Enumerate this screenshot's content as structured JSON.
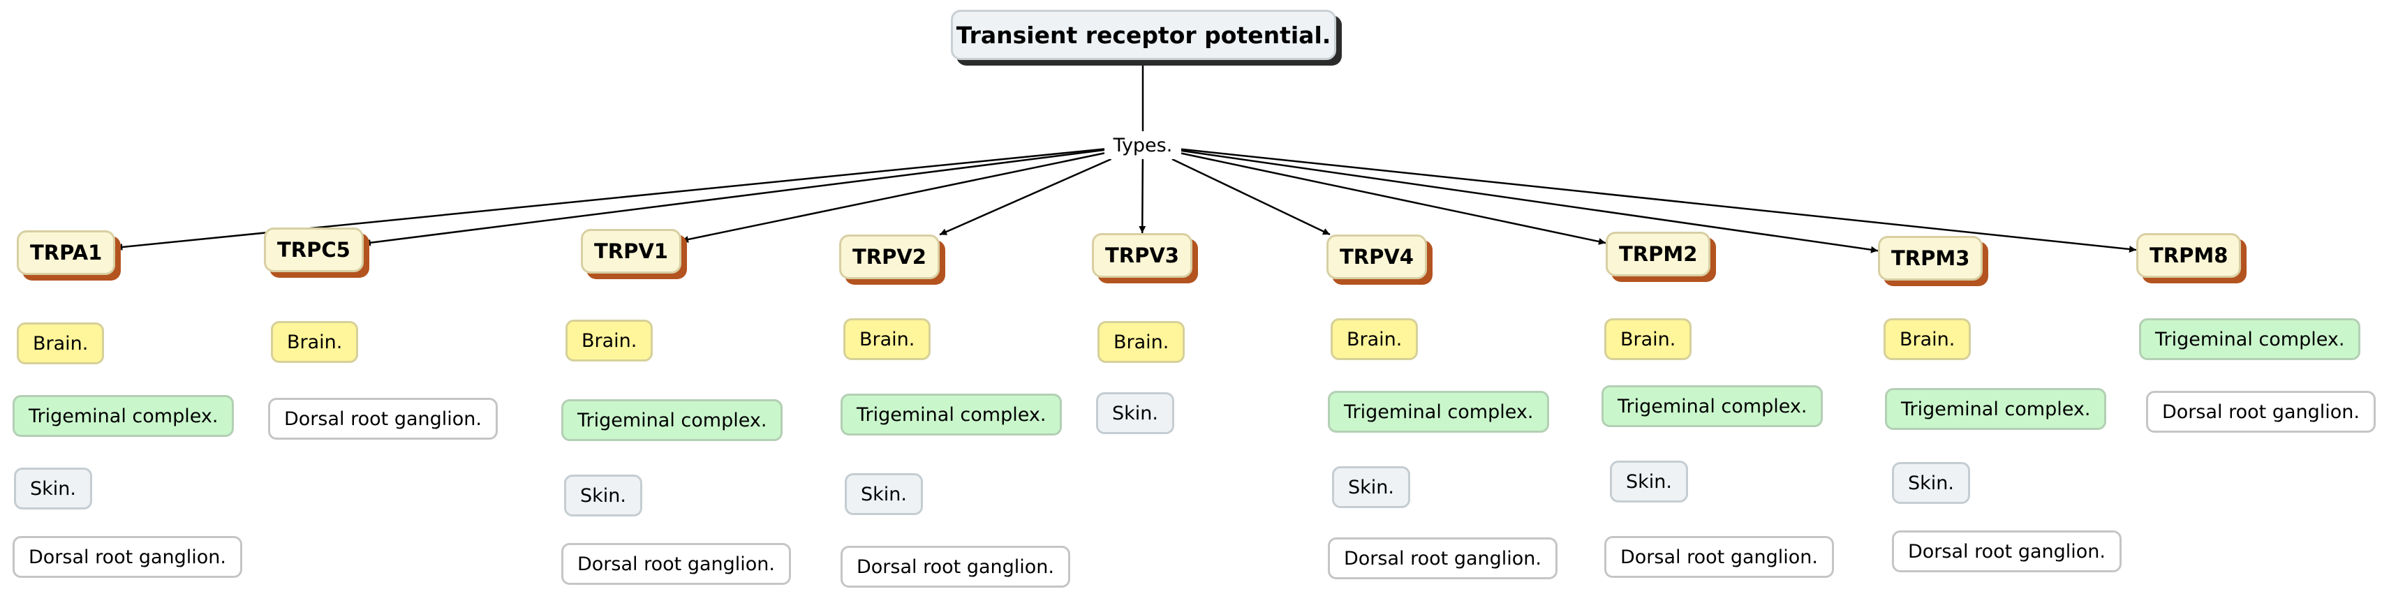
{
  "root": {
    "label": "Transient receptor potential."
  },
  "linking_phrase": "Types.",
  "types": [
    {
      "label": "TRPA1",
      "locations": [
        {
          "label": "Brain.",
          "kind": "brain"
        },
        {
          "label": "Trigeminal complex.",
          "kind": "trigeminal"
        },
        {
          "label": "Skin.",
          "kind": "skin"
        },
        {
          "label": "Dorsal root ganglion.",
          "kind": "drg"
        }
      ]
    },
    {
      "label": "TRPC5",
      "locations": [
        {
          "label": "Brain.",
          "kind": "brain"
        },
        {
          "label": "Dorsal root ganglion.",
          "kind": "drg"
        }
      ]
    },
    {
      "label": "TRPV1",
      "locations": [
        {
          "label": "Brain.",
          "kind": "brain"
        },
        {
          "label": "Trigeminal complex.",
          "kind": "trigeminal"
        },
        {
          "label": "Skin.",
          "kind": "skin"
        },
        {
          "label": "Dorsal root ganglion.",
          "kind": "drg"
        }
      ]
    },
    {
      "label": "TRPV2",
      "locations": [
        {
          "label": "Brain.",
          "kind": "brain"
        },
        {
          "label": "Trigeminal complex.",
          "kind": "trigeminal"
        },
        {
          "label": "Skin.",
          "kind": "skin"
        },
        {
          "label": "Dorsal root ganglion.",
          "kind": "drg"
        }
      ]
    },
    {
      "label": "TRPV3",
      "locations": [
        {
          "label": "Brain.",
          "kind": "brain"
        },
        {
          "label": "Skin.",
          "kind": "skin"
        }
      ]
    },
    {
      "label": "TRPV4",
      "locations": [
        {
          "label": "Brain.",
          "kind": "brain"
        },
        {
          "label": "Trigeminal complex.",
          "kind": "trigeminal"
        },
        {
          "label": "Skin.",
          "kind": "skin"
        },
        {
          "label": "Dorsal root ganglion.",
          "kind": "drg"
        }
      ]
    },
    {
      "label": "TRPM2",
      "locations": [
        {
          "label": "Brain.",
          "kind": "brain"
        },
        {
          "label": "Trigeminal complex.",
          "kind": "trigeminal"
        },
        {
          "label": "Skin.",
          "kind": "skin"
        },
        {
          "label": "Dorsal root ganglion.",
          "kind": "drg"
        }
      ]
    },
    {
      "label": "TRPM3",
      "locations": [
        {
          "label": "Brain.",
          "kind": "brain"
        },
        {
          "label": "Trigeminal complex.",
          "kind": "trigeminal"
        },
        {
          "label": "Skin.",
          "kind": "skin"
        },
        {
          "label": "Dorsal root ganglion.",
          "kind": "drg"
        }
      ]
    },
    {
      "label": "TRPM8",
      "locations": [
        {
          "label": "Trigeminal complex.",
          "kind": "trigeminal"
        },
        {
          "label": "Dorsal root ganglion.",
          "kind": "drg"
        }
      ]
    }
  ]
}
